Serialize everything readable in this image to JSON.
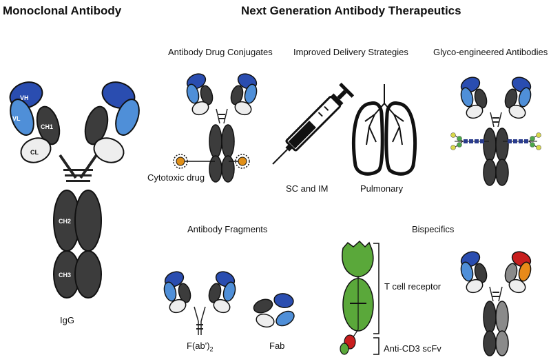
{
  "titles": {
    "monoclonal": "Monoclonal Antibody",
    "next_gen": "Next Generation Antibody Therapeutics"
  },
  "sections": {
    "adc": "Antibody Drug Conjugates",
    "delivery": "Improved Delivery Strategies",
    "glyco": "Glyco-engineered Antibodies",
    "fragments": "Antibody Fragments",
    "bispecifics": "Bispecifics"
  },
  "labels": {
    "cytotoxic": "Cytotoxic drug",
    "sc_im": "SC and IM",
    "pulmonary": "Pulmonary",
    "igg": "IgG",
    "fab2_main": "F(ab')",
    "fab2_sub": "2",
    "fab": "Fab",
    "tcr": "T cell receptor",
    "anti_cd3": "Anti-CD3 scFv"
  },
  "domains": {
    "vh": "VH",
    "vl": "VL",
    "ch1": "CH1",
    "cl": "CL",
    "ch2": "CH2",
    "ch3": "CH3"
  },
  "colors": {
    "heavy_dark": "#3c3c3c",
    "vh_blue": "#2a4db0",
    "vl_blue": "#4f8fd8",
    "light_chain": "#eeeeee",
    "tcr_green": "#5aa83a",
    "scfv_red": "#c81e1e",
    "bispecific_orange": "#e88a1a",
    "drug_orange": "#e0901a"
  }
}
